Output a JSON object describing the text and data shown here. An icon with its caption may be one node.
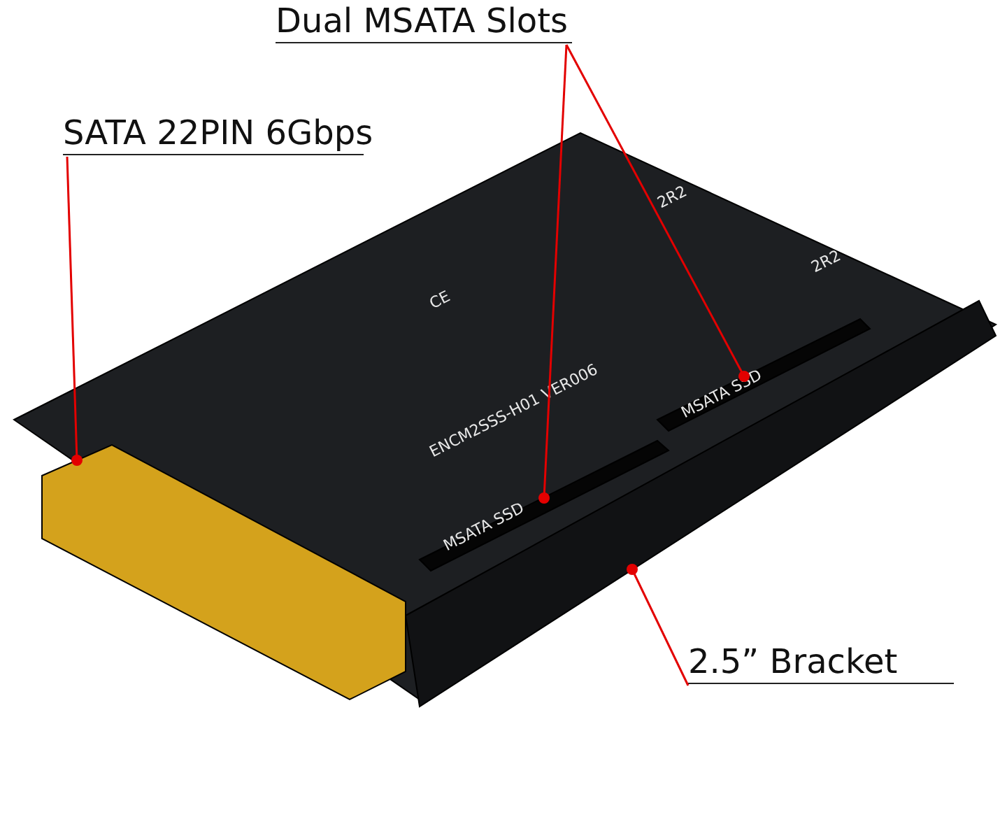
{
  "diagram": {
    "nodes": [
      {
        "text": [
          "Dual MSATA Slots"
        ]
      },
      {
        "text": [
          "SATA 22PIN 6Gbps"
        ]
      },
      {
        "text": [],
        "shape": "picture"
      },
      {
        "text": [],
        "shape": "bar",
        "in": 2
      },
      {
        "text": [],
        "shape": "bar",
        "in": 2
      },
      {
        "text": [],
        "shape": "box",
        "in": 2
      },
      {
        "text": [],
        "shape": "bar",
        "in": 2
      },
      {
        "text": [
          "2.5” Bracket"
        ]
      }
    ],
    "edges": [
      {
        "from": 0,
        "to": 3,
        "arrow": "other"
      },
      {
        "from": 0,
        "to": 4,
        "arrow": "other"
      },
      {
        "from": 1,
        "to": 5,
        "arrow": "other"
      },
      {
        "from": 7,
        "to": 6,
        "arrow": "other"
      }
    ],
    "labels": [
      "2R2",
      "2R2",
      "CE",
      "ENCM2SSS-H01 VER006",
      "MSATA SSD",
      "MSATA SSD"
    ]
  }
}
